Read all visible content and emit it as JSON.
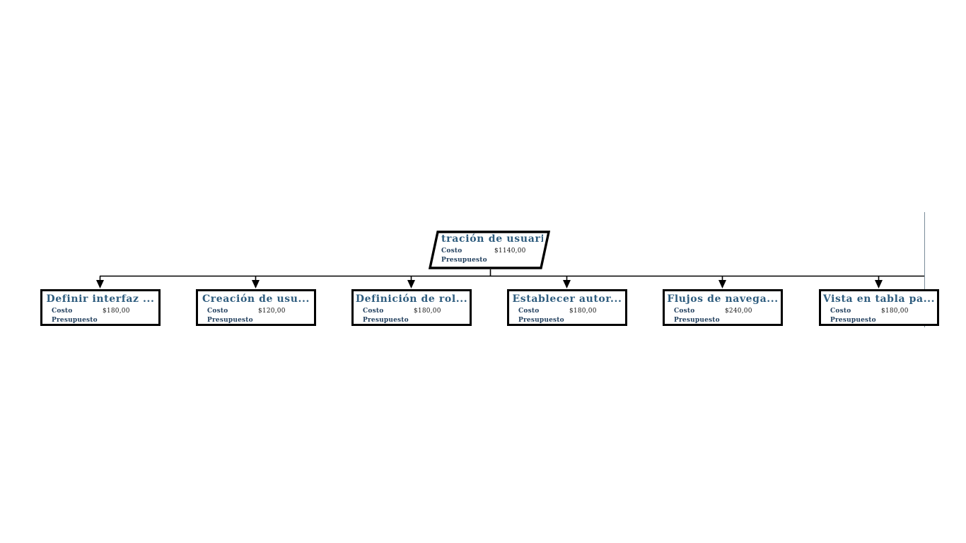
{
  "diagram": {
    "type": "work-breakdown-structure",
    "labels": {
      "costo": "Costo",
      "presupuesto": "Presupuesto"
    },
    "root": {
      "title": "tración de usuarios",
      "costo": "$1140,00",
      "presupuesto": "",
      "shape": "parallelogram"
    },
    "children": [
      {
        "title": "Definir interfaz ...",
        "costo": "$180,00",
        "presupuesto": ""
      },
      {
        "title": "Creación de usu...",
        "costo": "$120,00",
        "presupuesto": ""
      },
      {
        "title": "Definición de rol...",
        "costo": "$180,00",
        "presupuesto": ""
      },
      {
        "title": "Establecer autor...",
        "costo": "$180,00",
        "presupuesto": ""
      },
      {
        "title": "Flujos de navega...",
        "costo": "$240,00",
        "presupuesto": ""
      },
      {
        "title": "Vista en tabla pa...",
        "costo": "$180,00",
        "presupuesto": ""
      }
    ],
    "colors": {
      "title_text": "#2e5c7e",
      "label_text": "#1f3d5c",
      "value_text": "#1a1a1a",
      "node_border": "#000000",
      "connector": "#000000",
      "divider": "#7a8c99",
      "background": "#ffffff"
    }
  }
}
